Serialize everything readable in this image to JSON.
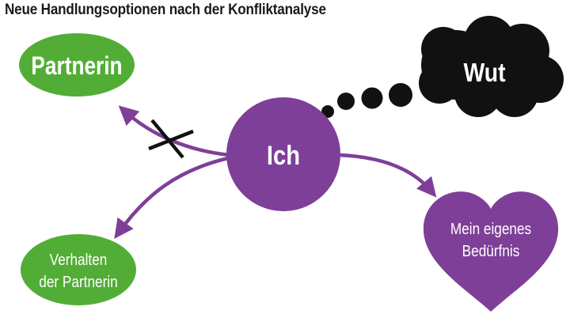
{
  "title": "Neue Handlungsoptionen nach der Konfliktanalyse",
  "nodes": {
    "ich": {
      "label": "Ich"
    },
    "partnerin": {
      "label": "Partnerin"
    },
    "wut": {
      "label": "Wut"
    },
    "verhalten": {
      "line1": "Verhalten",
      "line2": "der Partnerin"
    },
    "beduerfnis": {
      "line1": "Mein eigenes",
      "line2": "Bedürfnis"
    }
  },
  "colors": {
    "purple": "#7e3f98",
    "green": "#52ad36",
    "black": "#111111",
    "white": "#ffffff"
  }
}
